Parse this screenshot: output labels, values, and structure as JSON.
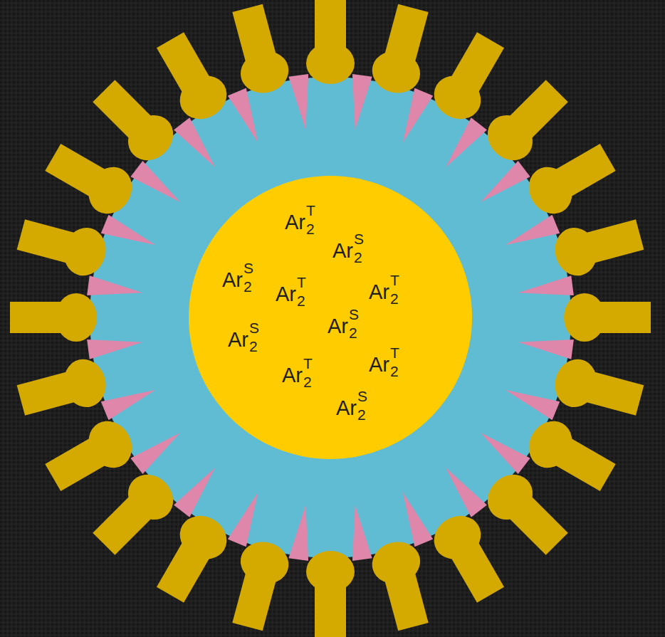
{
  "diagram": {
    "nodes": [
      {
        "text": [
          "Ar",
          "T",
          "2",
          "Ar",
          "S",
          "2",
          "Ar",
          "S",
          "2",
          "Ar",
          "T",
          "2",
          "Ar",
          "T",
          "2",
          "Ar",
          "S",
          "2",
          "Ar",
          "S",
          "2",
          "Ar",
          "T",
          "2",
          "Ar",
          "T",
          "2",
          "Ar",
          "S",
          "2"
        ]
      }
    ]
  }
}
